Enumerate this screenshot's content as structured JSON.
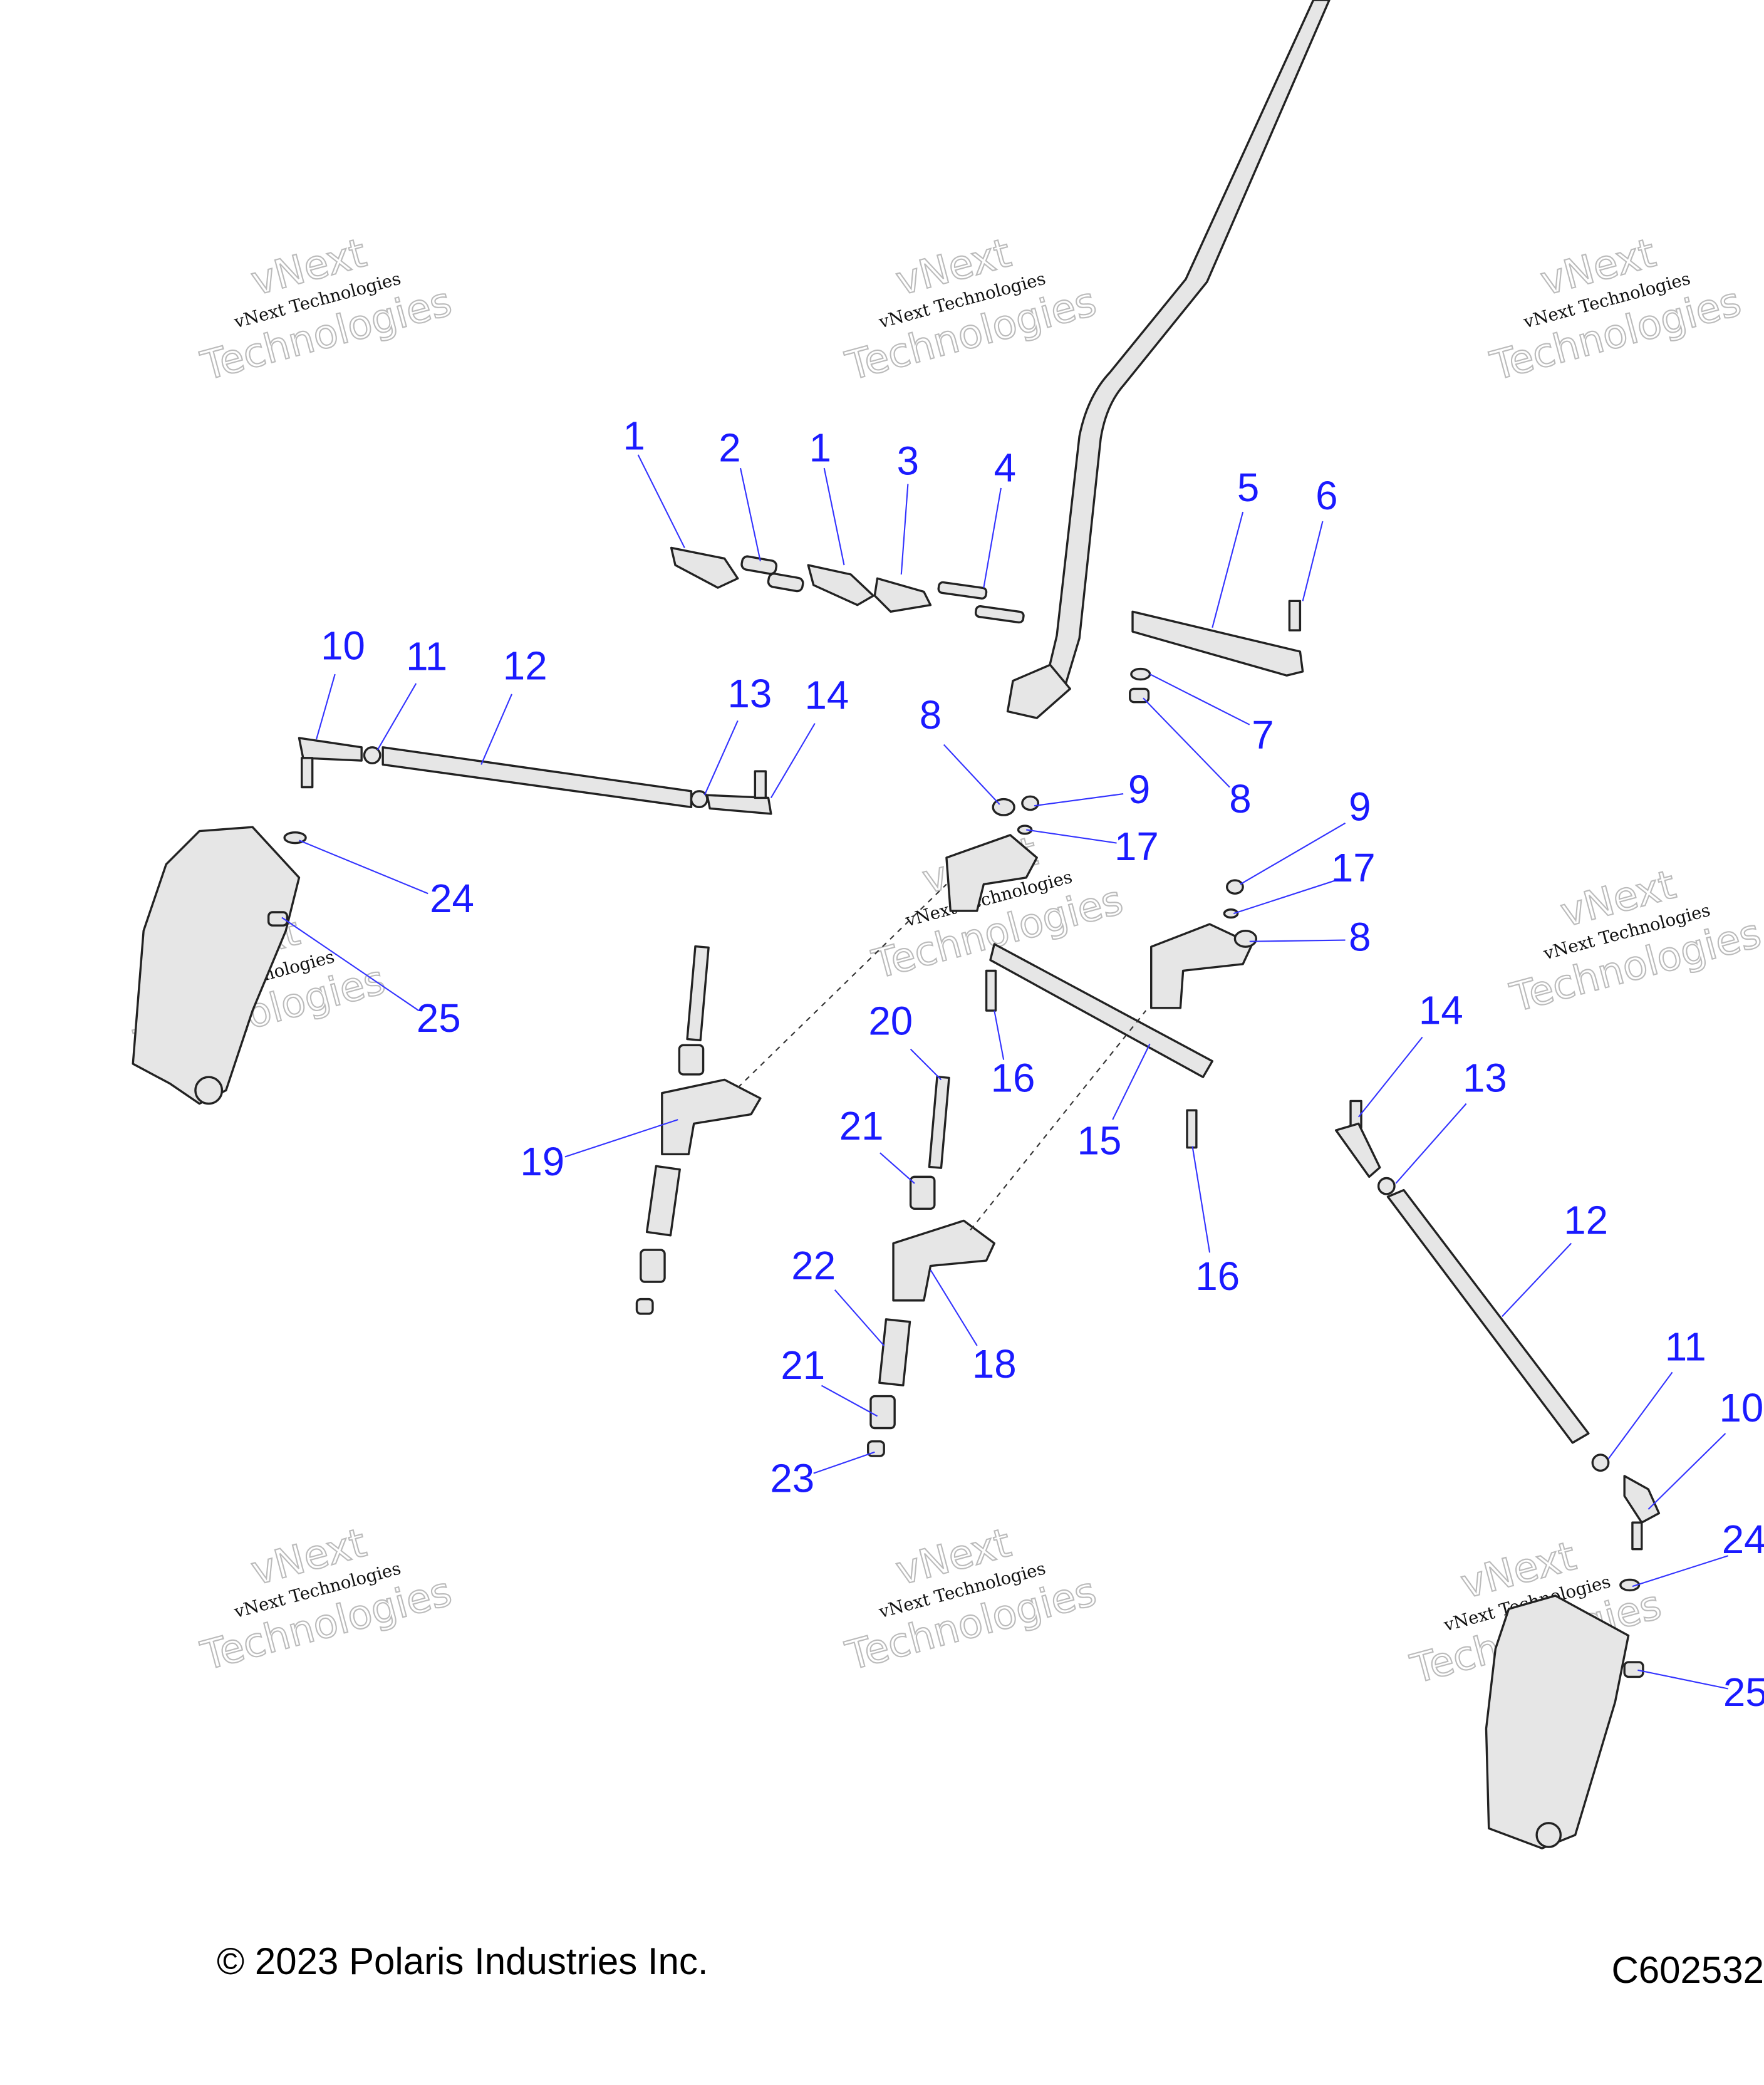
{
  "diagram": {
    "callouts": [
      "1",
      "2",
      "1",
      "3",
      "4",
      "5",
      "6",
      "7",
      "8",
      "8",
      "9",
      "17",
      "9",
      "17",
      "8",
      "10",
      "11",
      "12",
      "13",
      "14",
      "24",
      "25",
      "20",
      "16",
      "15",
      "16",
      "19",
      "21",
      "22",
      "18",
      "21",
      "23",
      "14",
      "13",
      "12",
      "11",
      "10",
      "24",
      "25"
    ],
    "watermark": {
      "small": "vNext Technologies",
      "big_line1": "vNext",
      "big_line2": "Technologies"
    }
  },
  "footer": {
    "copyright": "© 2023 Polaris Industries Inc.",
    "figure_id": "C602532"
  }
}
